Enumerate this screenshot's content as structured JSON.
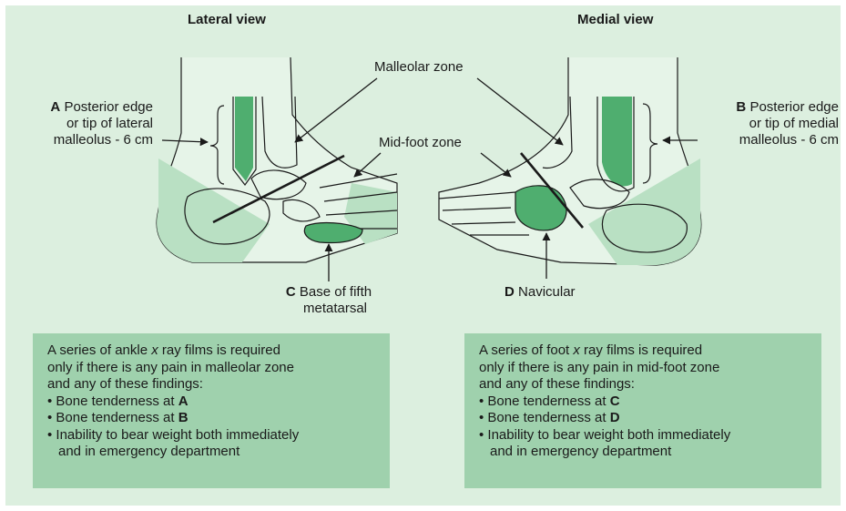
{
  "titles": {
    "lateral": "Lateral view",
    "medial": "Medial view"
  },
  "labels": {
    "malleolar_zone": "Malleolar zone",
    "midfoot_zone": "Mid-foot zone",
    "a_letter": "A",
    "a_line1": "Posterior edge",
    "a_line2": "or tip of lateral",
    "a_line3": "malleolus - 6 cm",
    "b_letter": "B",
    "b_line1": "Posterior edge",
    "b_line2": "or tip of medial",
    "b_line3": "malleolus - 6 cm",
    "c_letter": "C",
    "c_line1": "Base of fifth",
    "c_line2": "metatarsal",
    "d_letter": "D",
    "d_line1": "Navicular"
  },
  "ankle_box": {
    "intro_pre": "A series of ankle ",
    "intro_x": "x",
    "intro_post": " ray films is required",
    "line2": "only if there is any pain in malleolar zone",
    "line3": "and any of these findings:",
    "b1_text": "Bone tenderness at ",
    "b1_key": "A",
    "b2_text": "Bone tenderness at ",
    "b2_key": "B",
    "b3_line1": "Inability to bear weight both immediately",
    "b3_line2": "and in emergency department"
  },
  "foot_box": {
    "intro_pre": "A series of foot ",
    "intro_x": "x",
    "intro_post": " ray films is required",
    "line2": "only if there is any pain in mid-foot zone",
    "line3": "and any of these findings:",
    "b1_text": "Bone tenderness at ",
    "b1_key": "C",
    "b2_text": "Bone tenderness at ",
    "b2_key": "D",
    "b3_line1": "Inability to bear weight both immediately",
    "b3_line2": "and in emergency department"
  },
  "colors": {
    "background": "#dcefdf",
    "light_green": "#b9e0c3",
    "mid_green": "#7fc895",
    "dark_green": "#4fae6f",
    "box_green": "#9fd1ad",
    "line": "#1a1a1a"
  }
}
